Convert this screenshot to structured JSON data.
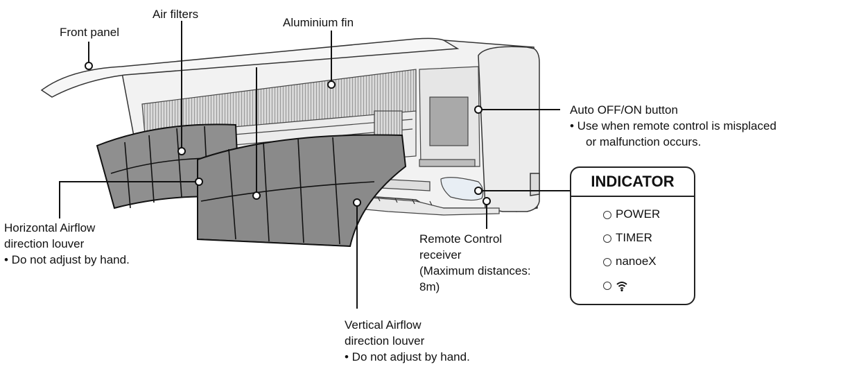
{
  "labels": {
    "front_panel": "Front panel",
    "air_filters": "Air filters",
    "aluminium_fin": "Aluminium fin",
    "auto_button_title": "Auto OFF/ON button",
    "auto_button_note_1": "•  Use when remote control is misplaced",
    "auto_button_note_2": "or malfunction occurs.",
    "horizontal_1": "Horizontal Airflow",
    "horizontal_2": "direction louver",
    "horizontal_3": "• Do not adjust by hand.",
    "remote_1": "Remote Control",
    "remote_2": "receiver",
    "remote_3": "(Maximum distances:",
    "remote_4": "8m)",
    "vertical_1": "Vertical Airflow",
    "vertical_2": "direction louver",
    "vertical_3": "• Do not adjust by hand."
  },
  "indicator": {
    "title": "INDICATOR",
    "items": [
      "POWER",
      "TIMER",
      "nanoeX"
    ],
    "wifi_icon": "wifi-icon"
  },
  "colors": {
    "line": "#111111",
    "unit_fill": "#f4f4f4",
    "filter_fill": "#8a8a8a",
    "fin_fill": "#9a9a9a"
  }
}
